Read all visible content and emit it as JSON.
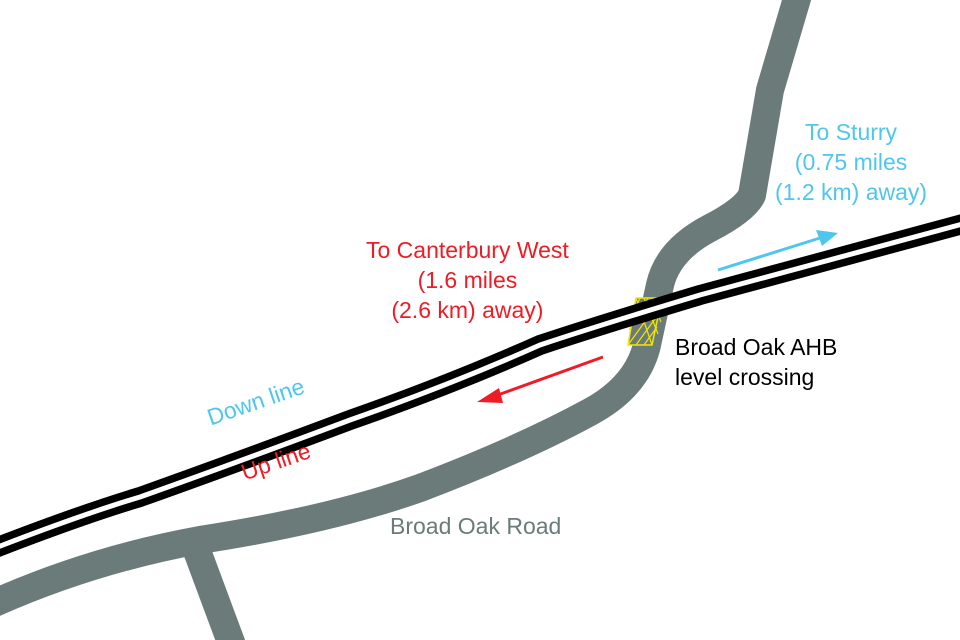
{
  "colors": {
    "road": "#6b7b79",
    "rail": "#000000",
    "red": "#ee1c25",
    "cyan": "#4fc6ee",
    "crossing": "#f2e600"
  },
  "labels": {
    "sturry": [
      "To Sturry",
      "(0.75 miles",
      "(1.2 km) away)"
    ],
    "canterbury": [
      "To Canterbury West",
      "(1.6 miles",
      "(2.6 km) away)"
    ],
    "crossing": [
      "Broad Oak AHB",
      "level crossing"
    ],
    "down_line": "Down line",
    "up_line": "Up line",
    "road": "Broad Oak Road"
  }
}
